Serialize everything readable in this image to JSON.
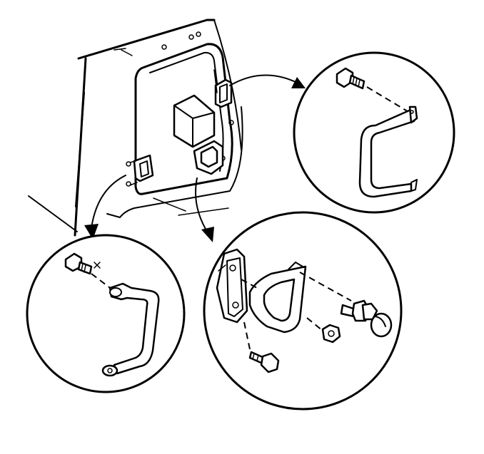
{
  "illustration": {
    "background": "#ffffff",
    "line_color": "#000000",
    "parts": [
      "side-panel",
      "mounting-bracket",
      "lower-grab-handle",
      "upper-grab-handle",
      "strap-handle",
      "detail-callout-upper-right",
      "detail-callout-bottom-center",
      "detail-callout-bottom-left"
    ]
  }
}
